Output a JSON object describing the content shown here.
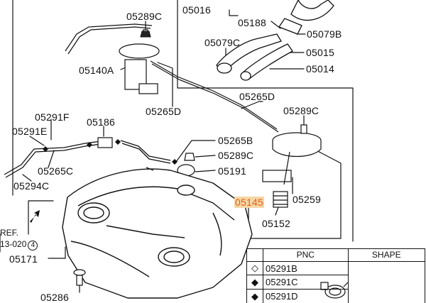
{
  "parts": {
    "p05016": "05016",
    "p05188": "05188",
    "p05079b": "05079B",
    "p05289c_top": "05289C",
    "p05079c": "05079C",
    "p05015": "05015",
    "p05014": "05014",
    "p05140a": "05140A",
    "p05265d_left": "05265D",
    "p05265d_right": "05265D",
    "p05289c_right": "05289C",
    "p05291f": "05291F",
    "p05186": "05186",
    "p05291e": "05291E",
    "p05265b": "05265B",
    "p05289c_mid": "05289C",
    "p05191": "05191",
    "p05265c": "05265C",
    "p05294c": "05294C",
    "p05145": "05145",
    "p05259": "05259",
    "p05152": "05152",
    "p05171": "05171",
    "p05286": "05286"
  },
  "ref": {
    "line1": "REF.",
    "line2": "13-020",
    "circle_num": "4"
  },
  "legend": {
    "col_pnc": "PNC",
    "col_shape": "SHAPE",
    "rows": [
      {
        "symbol": "◇",
        "pnc": "05291B"
      },
      {
        "symbol": "◆",
        "pnc": "05291C"
      },
      {
        "symbol": "◆",
        "pnc": "05291D"
      }
    ]
  },
  "colors": {
    "highlight_bg": "#f5d7a6",
    "highlight_text": "#e2601e",
    "line": "#111111"
  }
}
